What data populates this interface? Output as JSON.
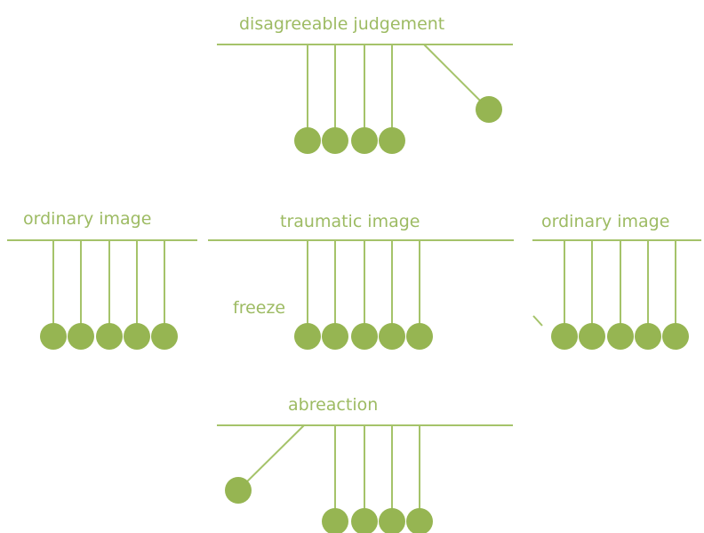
{
  "colors": {
    "line": "#a5c36a",
    "ball": "#96b552",
    "text": "#9dbb63"
  },
  "labels": {
    "disagreeable": "disagreeable judgement",
    "ordinary_left": "ordinary image",
    "traumatic": "traumatic image",
    "ordinary_right": "ordinary image",
    "freeze": "freeze",
    "abreaction": "abreaction"
  }
}
